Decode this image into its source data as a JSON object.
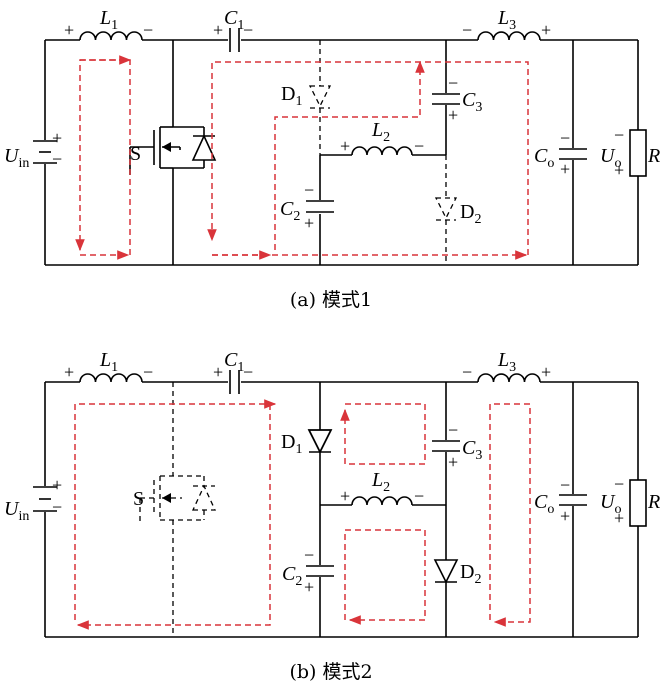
{
  "diagram": {
    "panel_a": {
      "caption": "(a) 模式1",
      "labels": {
        "L1": "L",
        "L1_sub": "1",
        "C1": "C",
        "C1_sub": "1",
        "L3": "L",
        "L3_sub": "3",
        "L2": "L",
        "L2_sub": "2",
        "C2": "C",
        "C2_sub": "2",
        "C3": "C",
        "C3_sub": "3",
        "D1": "D",
        "D1_sub": "1",
        "D2": "D",
        "D2_sub": "2",
        "Co": "C",
        "Co_sub": "o",
        "Uo": "U",
        "Uo_sub": "o",
        "Uin": "U",
        "Uin_sub": "in",
        "S": "S",
        "R": "R"
      }
    },
    "panel_b": {
      "caption": "(b) 模式2",
      "labels": {
        "L1": "L",
        "L1_sub": "1",
        "C1": "C",
        "C1_sub": "1",
        "L3": "L",
        "L3_sub": "3",
        "L2": "L",
        "L2_sub": "2",
        "C2": "C",
        "C2_sub": "2",
        "C3": "C",
        "C3_sub": "3",
        "D1": "D",
        "D1_sub": "1",
        "D2": "D",
        "D2_sub": "2",
        "Co": "C",
        "Co_sub": "o",
        "Uo": "U",
        "Uo_sub": "o",
        "Uin": "U",
        "Uin_sub": "in",
        "S": "S",
        "R": "R"
      }
    },
    "signs": {
      "plus": "+",
      "minus": "−"
    },
    "colors": {
      "wire": "#000000",
      "current_path": "#d9343a"
    }
  }
}
